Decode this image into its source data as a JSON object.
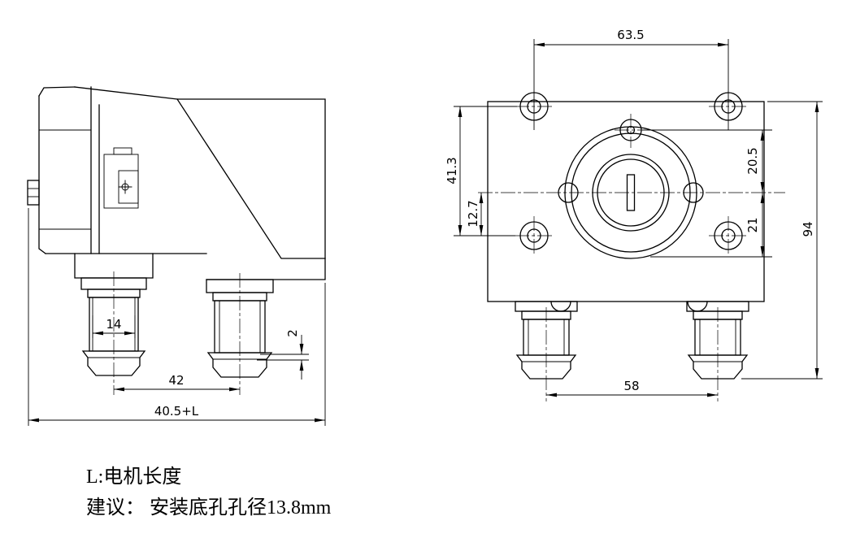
{
  "notes": {
    "line1": "L:电机长度",
    "line2": "建议： 安装底孔孔径13.8mm"
  },
  "side_view": {
    "dim_port_width": "14",
    "dim_cap_step": "2",
    "dim_port_spacing": "42",
    "dim_overall_length": "40.5+L"
  },
  "front_view": {
    "dim_bolt_spacing_horizontal": "63.5",
    "dim_bolt_spacing_vertical": "41.3",
    "dim_center_to_bolt_row": "12.7",
    "dim_top_hole_to_center": "20.5",
    "dim_center_to_body_edge": "21",
    "dim_overall_height": "94",
    "dim_port_spacing": "58"
  }
}
